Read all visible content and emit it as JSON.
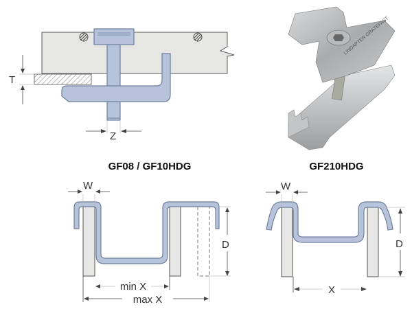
{
  "diagram": {
    "left_product": {
      "title": "GF08 / GF10HDG",
      "dimension_T": "T",
      "dimension_Z": "Z"
    },
    "right_product": {
      "title": "GF210HDG",
      "photo_text": "LINDAPTER GRATEFAST"
    },
    "left_profile": {
      "dimension_W": "W",
      "dimension_D": "D",
      "min_x": "min X",
      "max_x": "max X"
    },
    "right_profile": {
      "dimension_W": "W",
      "dimension_D": "D",
      "dimension_X": "X"
    },
    "colors": {
      "clip": "#b6c3da",
      "grating": "#e7e7e5"
    }
  }
}
